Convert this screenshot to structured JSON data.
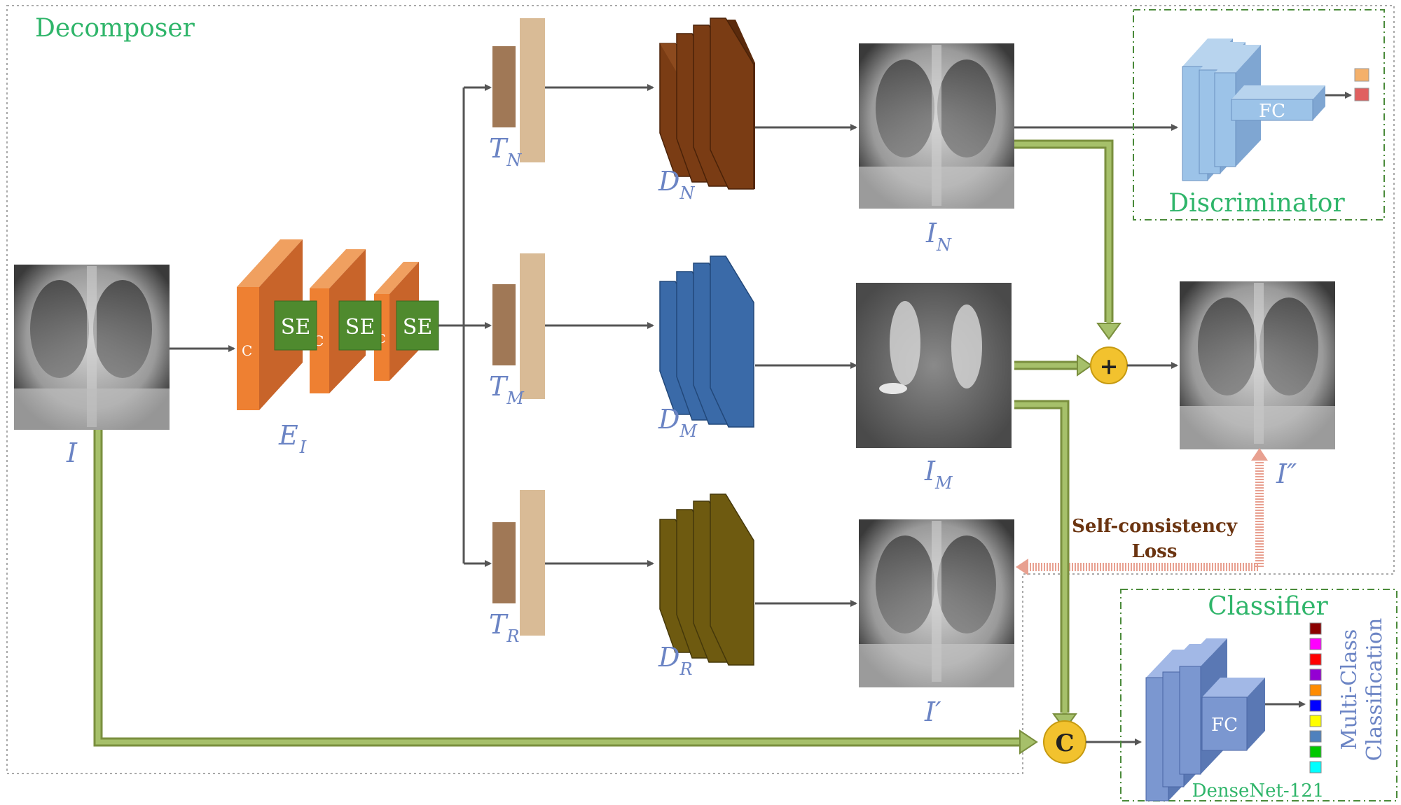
{
  "decomposer": {
    "title": "Decomposer"
  },
  "encoder": {
    "symbol": "E",
    "subscript": "I",
    "se_label": "SE",
    "concat_label": "C"
  },
  "input": {
    "symbol": "I"
  },
  "branches": [
    {
      "t_symbol": "T",
      "t_sub": "N",
      "d_symbol": "D",
      "d_sub": "N",
      "out_symbol": "I",
      "out_sub": "N",
      "color": "#7a3c14"
    },
    {
      "t_symbol": "T",
      "t_sub": "M",
      "d_symbol": "D",
      "d_sub": "M",
      "out_symbol": "I",
      "out_sub": "M",
      "color": "#3a6aa8"
    },
    {
      "t_symbol": "T",
      "t_sub": "R",
      "d_symbol": "D",
      "d_sub": "R",
      "out_symbol": "I′",
      "out_sub": "",
      "color": "#6e5a10"
    }
  ],
  "discriminator": {
    "title": "Discriminator",
    "fc_label": "FC"
  },
  "fusion": {
    "plus": "+",
    "concat": "C"
  },
  "reconstruction": {
    "symbol": "I″"
  },
  "loss": {
    "line1": "Self-consistency",
    "line2": "Loss"
  },
  "classifier": {
    "title": "Classifier",
    "fc_label": "FC",
    "backbone": "DenseNet-121",
    "side_line1": "Multi-Class",
    "side_line2": "Classification",
    "class_colors": [
      "#8b0000",
      "#ff00ff",
      "#ff0000",
      "#9400d3",
      "#ff8c00",
      "#0000ff",
      "#ffff00",
      "#4f81bd",
      "#00c800",
      "#00ffff"
    ]
  }
}
